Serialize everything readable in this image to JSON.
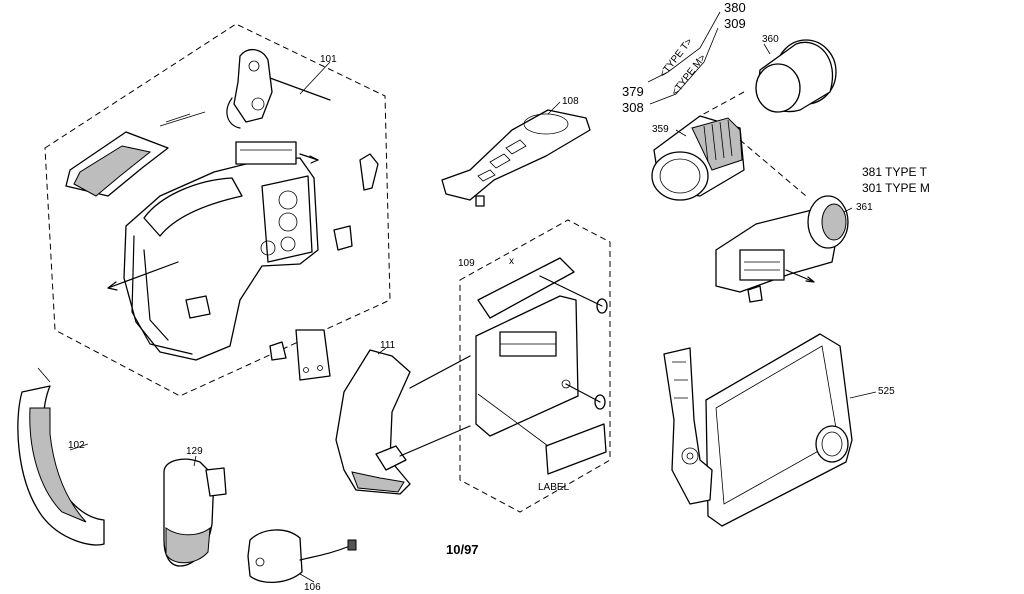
{
  "labels": {
    "p101": "101",
    "p102": "102",
    "p106": "106",
    "p108": "108",
    "p109": "109",
    "p111": "111",
    "p129": "129",
    "p525": "525",
    "p359": "359",
    "p360": "360",
    "p361": "361",
    "p379": "379",
    "p380": "380",
    "p308": "308",
    "p309": "309",
    "type_t": "<TYPE T>",
    "type_m": "<TYPE M>",
    "p381_type_t": "381 TYPE T",
    "p301_type_m": "301 TYPE M",
    "label_plate": "LABEL",
    "x_mark": "x"
  },
  "date_code": "10/97"
}
